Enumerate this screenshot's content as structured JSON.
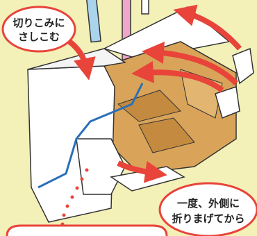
{
  "callouts": {
    "insert_slot": {
      "line1": "切りこみに",
      "line2": "さしこむ"
    },
    "fold_first": {
      "line1": "一度、外側に",
      "line2": "折りまげてから"
    }
  },
  "colors": {
    "background": "#f3f0b8",
    "arrow": "#e8443a",
    "callout_border": "#e8443a",
    "callout_fill": "#ffffff",
    "cardboard_fill": "#d9a45a",
    "cardboard_shade": "#c48a40",
    "white_board": "#ffffff",
    "outline": "#333333",
    "blue_line": "#2a6fb8",
    "stick_blue": "#a9d4ec",
    "stick_pink": "#f0a6c8",
    "dots": "#e8443a"
  }
}
